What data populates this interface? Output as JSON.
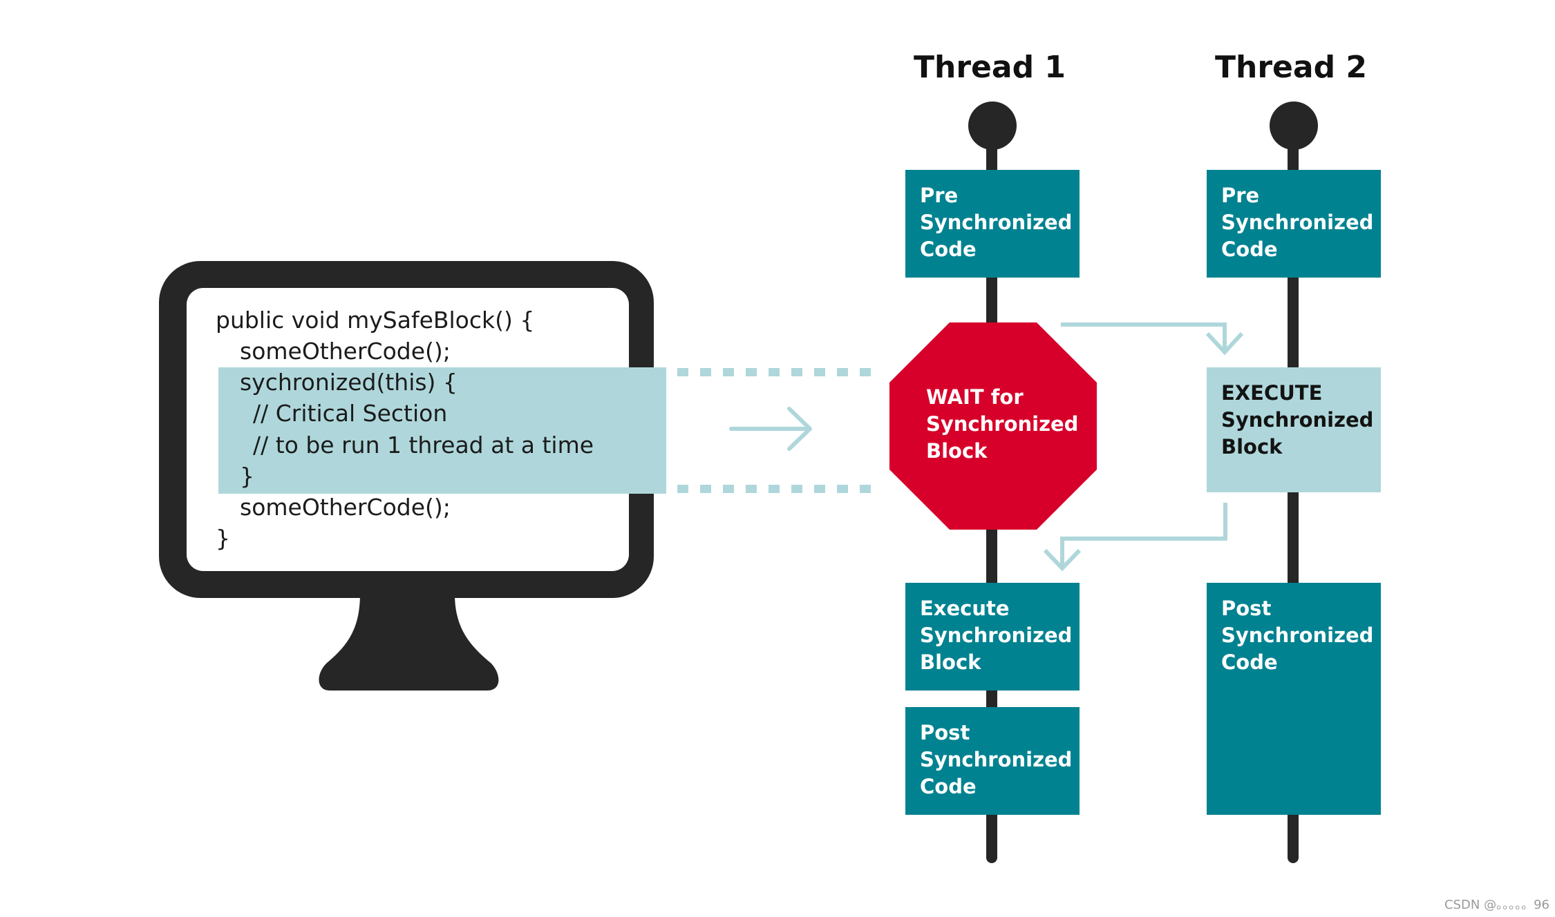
{
  "code": {
    "lines": [
      "public void mySafeBlock() {",
      "someOtherCode();",
      "sychronized(this) {",
      "// Critical Section",
      "// to be run 1 thread at a time",
      "}",
      "someOtherCode();",
      "}"
    ]
  },
  "thread1": {
    "title": "Thread 1",
    "pre": [
      "Pre",
      "Synchronized",
      "Code"
    ],
    "wait": [
      "WAIT for",
      "Synchronized",
      "Block"
    ],
    "execute": [
      "Execute",
      "Synchronized",
      "Block"
    ],
    "post": [
      "Post",
      "Synchronized",
      "Code"
    ]
  },
  "thread2": {
    "title": "Thread 2",
    "pre": [
      "Pre",
      "Synchronized",
      "Code"
    ],
    "execute": [
      "EXECUTE",
      "Synchronized",
      "Block"
    ],
    "post": [
      "Post",
      "Synchronized",
      "Code"
    ]
  },
  "watermark": "CSDN @。。。。。96",
  "colors": {
    "teal": "#008290",
    "light_teal": "#afd7db",
    "stop_red": "#d7002a",
    "dark": "#262626"
  }
}
